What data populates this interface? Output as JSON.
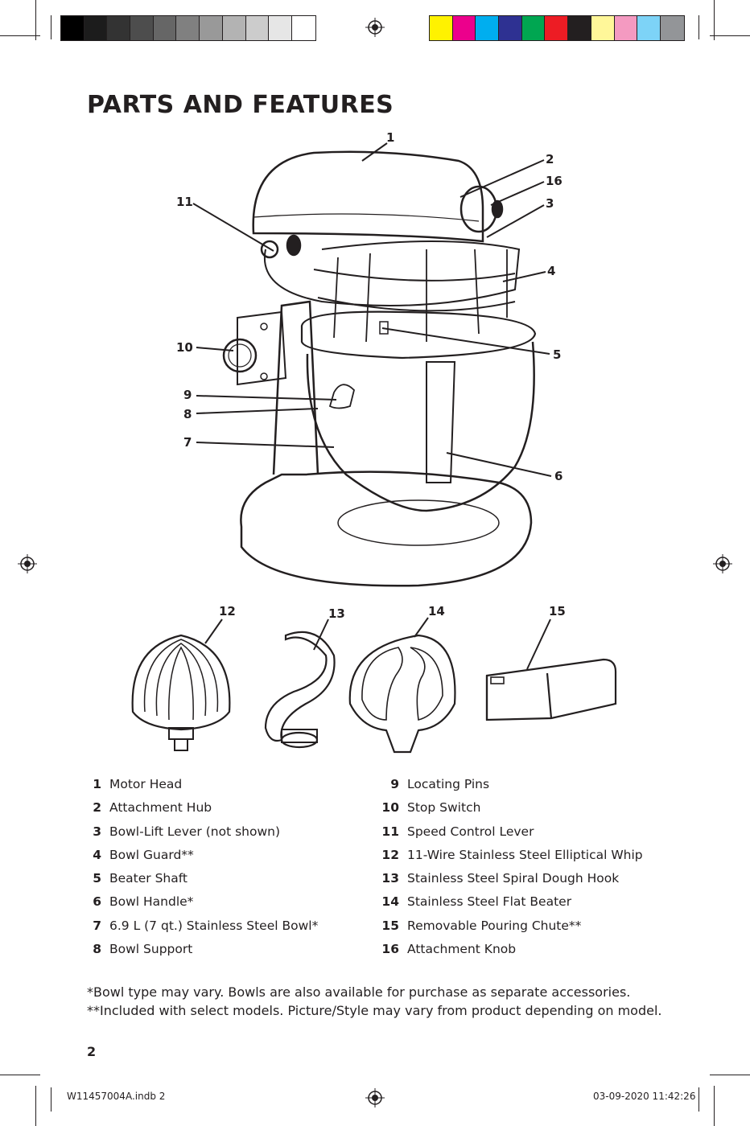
{
  "heading": "PARTS AND FEATURES",
  "callouts": [
    {
      "num": "1"
    },
    {
      "num": "2"
    },
    {
      "num": "16"
    },
    {
      "num": "3"
    },
    {
      "num": "11"
    },
    {
      "num": "4"
    },
    {
      "num": "10"
    },
    {
      "num": "5"
    },
    {
      "num": "9"
    },
    {
      "num": "8"
    },
    {
      "num": "7"
    },
    {
      "num": "6"
    },
    {
      "num": "12"
    },
    {
      "num": "13"
    },
    {
      "num": "14"
    },
    {
      "num": "15"
    }
  ],
  "parts_left": [
    {
      "num": "1",
      "label": "Motor Head"
    },
    {
      "num": "2",
      "label": "Attachment Hub"
    },
    {
      "num": "3",
      "label": "Bowl-Lift Lever (not shown)"
    },
    {
      "num": "4",
      "label": "Bowl Guard**"
    },
    {
      "num": "5",
      "label": "Beater Shaft"
    },
    {
      "num": "6",
      "label": "Bowl Handle*"
    },
    {
      "num": "7",
      "label": "6.9 L (7 qt.) Stainless Steel Bowl*"
    },
    {
      "num": "8",
      "label": "Bowl Support"
    }
  ],
  "parts_right": [
    {
      "num": "9",
      "label": "Locating Pins"
    },
    {
      "num": "10",
      "label": "Stop Switch"
    },
    {
      "num": "11",
      "label": "Speed Control Lever"
    },
    {
      "num": "12",
      "label": "11-Wire Stainless Steel Elliptical Whip"
    },
    {
      "num": "13",
      "label": "Stainless Steel Spiral Dough Hook"
    },
    {
      "num": "14",
      "label": "Stainless Steel Flat Beater"
    },
    {
      "num": "15",
      "label": "Removable Pouring Chute**"
    },
    {
      "num": "16",
      "label": "Attachment Knob"
    }
  ],
  "notes": {
    "bowl": "*Bowl type may vary. Bowls are also available for purchase as separate accessories.",
    "models": "**Included with select models. Picture/Style may vary from product depending on model."
  },
  "page_number": "2",
  "slug": {
    "file": "W11457004A.indb   2",
    "datetime": "03-09-2020   11:42:26"
  },
  "colors": {
    "gray_bar": [
      "#000000",
      "#1c1c1c",
      "#333333",
      "#4d4d4d",
      "#666666",
      "#808080",
      "#999999",
      "#b3b3b3",
      "#cccccc",
      "#e6e6e6",
      "#ffffff"
    ],
    "color_bar": [
      "#fff200",
      "#ec008c",
      "#00aeef",
      "#2e3192",
      "#00a651",
      "#ed1c24",
      "#231f20",
      "#fff799",
      "#f49ac1",
      "#7dd3f7",
      "#939598"
    ],
    "ink": "#231f20"
  }
}
